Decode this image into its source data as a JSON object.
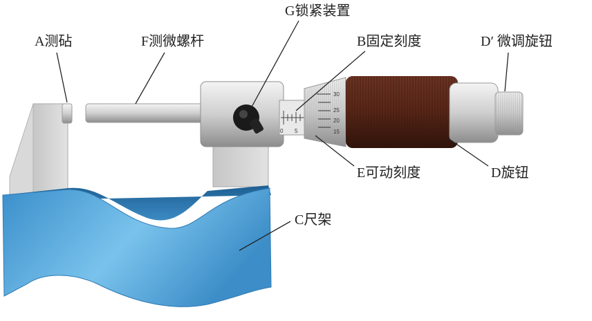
{
  "labels": {
    "anvil": "A测砧",
    "spindle": "F测微螺杆",
    "lock": "G锁紧装置",
    "sleeve_scale": "B固定刻度",
    "ratchet": "D′ 微调旋钮",
    "thimble_scale": "E可动刻度",
    "thimble": "D旋钮",
    "frame": "C尺架"
  },
  "scale": {
    "thimble_marks": [
      "30",
      "25",
      "20",
      "15"
    ],
    "sleeve_marks": [
      "0",
      "5"
    ]
  },
  "colors": {
    "frame": "#4a9fd4",
    "frame_light": "#7cc4ee",
    "metal": "#d4d4d4",
    "knob": "#5a2a1c",
    "lock": "#1a1a1a"
  }
}
